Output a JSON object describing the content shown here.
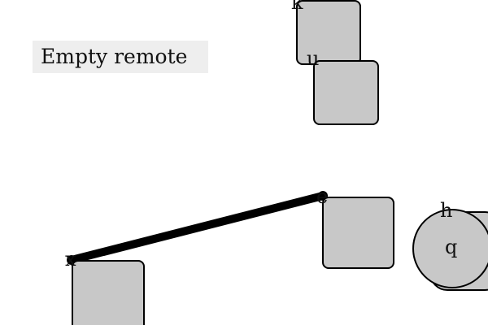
{
  "title_button": {
    "label": "Empty remote"
  },
  "nodes": {
    "top_left_glyph": "k",
    "middle_glyph": "u",
    "mid_right_glyph": "e",
    "circle_top_glyph": "h",
    "circle_center_glyph": "q",
    "bottom_left_glyph": "x"
  },
  "colors": {
    "block_fill": "#c8c8c8",
    "stroke": "#000000",
    "title_background": "#eeeeee",
    "background": "#ffffff"
  }
}
